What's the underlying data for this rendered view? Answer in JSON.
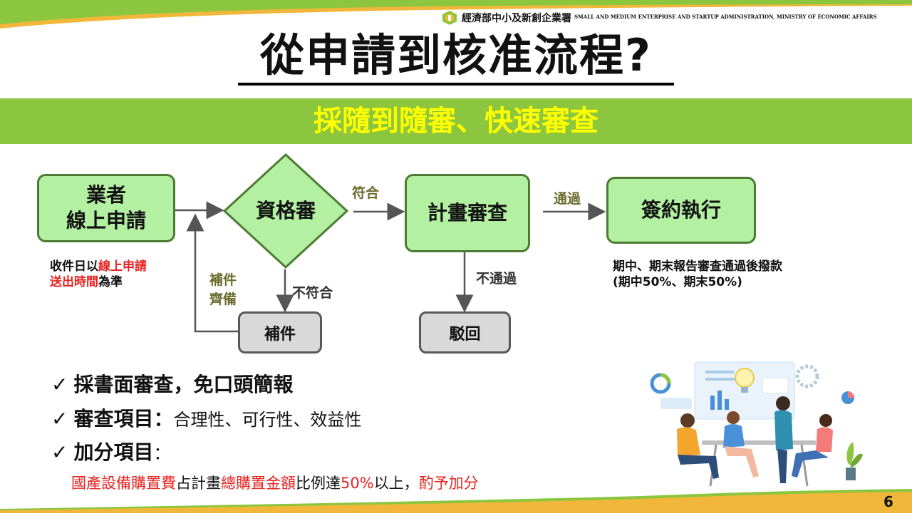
{
  "header": {
    "org_chinese": "經濟部中小及新創企業署",
    "org_english": "SMALL AND MEDIUM ENTERPRISE AND STARTUP ADMINISTRATION, MINISTRY OF ECONOMIC AFFAIRS"
  },
  "title": "從申請到核准流程?",
  "banner": "採隨到隨審、快速審查",
  "flow": {
    "apply_line1": "業者",
    "apply_line2": "線上申請",
    "eligibility": "資格審",
    "plan_review": "計畫審查",
    "sign": "簽約執行",
    "supplement": "補件",
    "reject": "駁回",
    "label_pass": "符合",
    "label_approved": "通過",
    "label_fail": "不符合",
    "label_not_approved": "不通過",
    "label_supplement_line1": "補件",
    "label_supplement_line2": "齊備"
  },
  "notes": {
    "receipt_part1": "收件日以",
    "receipt_red1": "線上申請",
    "receipt_red2": "送出時間",
    "receipt_part2": "為準",
    "payment_line1": "期中、期末報告審查通過後撥款",
    "payment_line2": "(期中50%、期末50%)"
  },
  "bullets": {
    "check_mark": "✓",
    "b1": "採書面審查，免口頭簡報",
    "b2_head": "審查項目：",
    "b2_body": "合理性、可行性、效益性",
    "b3_head": "加分項目",
    "b3_colon": "："
  },
  "bonus": {
    "p1": "國產設備購置費",
    "p2": "占計畫",
    "p3": "總購置金額",
    "p4": "比例達",
    "p5": "50%",
    "p6": "以上，",
    "p7": "酌予加分"
  },
  "page_number": "6",
  "colors": {
    "banner_green": "#8cc63f",
    "banner_text": "#ffff00",
    "box_fill": "#b3f0a2",
    "box_border": "#4e7a32",
    "gray_fill": "#d9d9d9",
    "accent_red": "#e8221f",
    "bottom_bar": "#f0b73a"
  }
}
